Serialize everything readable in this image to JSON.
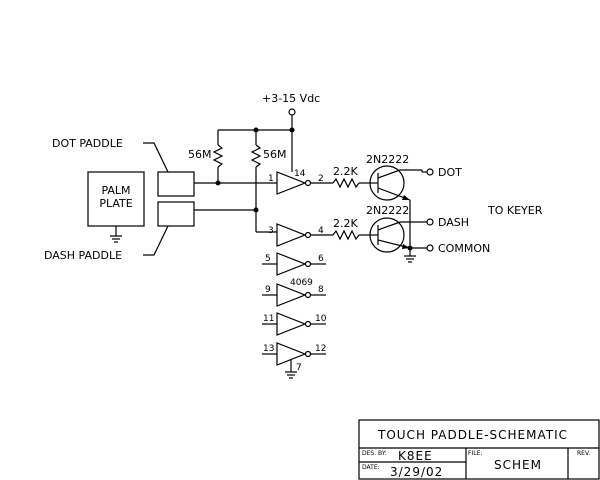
{
  "labels": {
    "supply": "+3-15 Vdc",
    "dot_paddle": "DOT PADDLE",
    "dash_paddle": "DASH PADDLE",
    "palm_plate_1": "PALM",
    "palm_plate_2": "PLATE",
    "r1": "56M",
    "r2": "56M",
    "r3": "2.2K",
    "r4": "2.2K",
    "q1": "2N2222",
    "q2": "2N2222",
    "out_dot": "DOT",
    "out_dash": "DASH",
    "out_common": "COMMON",
    "to_keyer": "TO KEYER",
    "ic": "4069"
  },
  "pins": {
    "p1": "1",
    "p2": "2",
    "p3": "3",
    "p4": "4",
    "p5": "5",
    "p6": "6",
    "p7": "7",
    "p8": "8",
    "p9": "9",
    "p10": "10",
    "p11": "11",
    "p12": "12",
    "p13": "13",
    "p14": "14"
  },
  "title_block": {
    "title": "TOUCH PADDLE-SCHEMATIC",
    "des_by_label": "DES. BY:",
    "des_by_value": "K8EE",
    "date_label": "DATE:",
    "date_value": "3/29/02",
    "file_label": "FILE:",
    "file_value": "SCHEM",
    "rev_label": "REV."
  }
}
